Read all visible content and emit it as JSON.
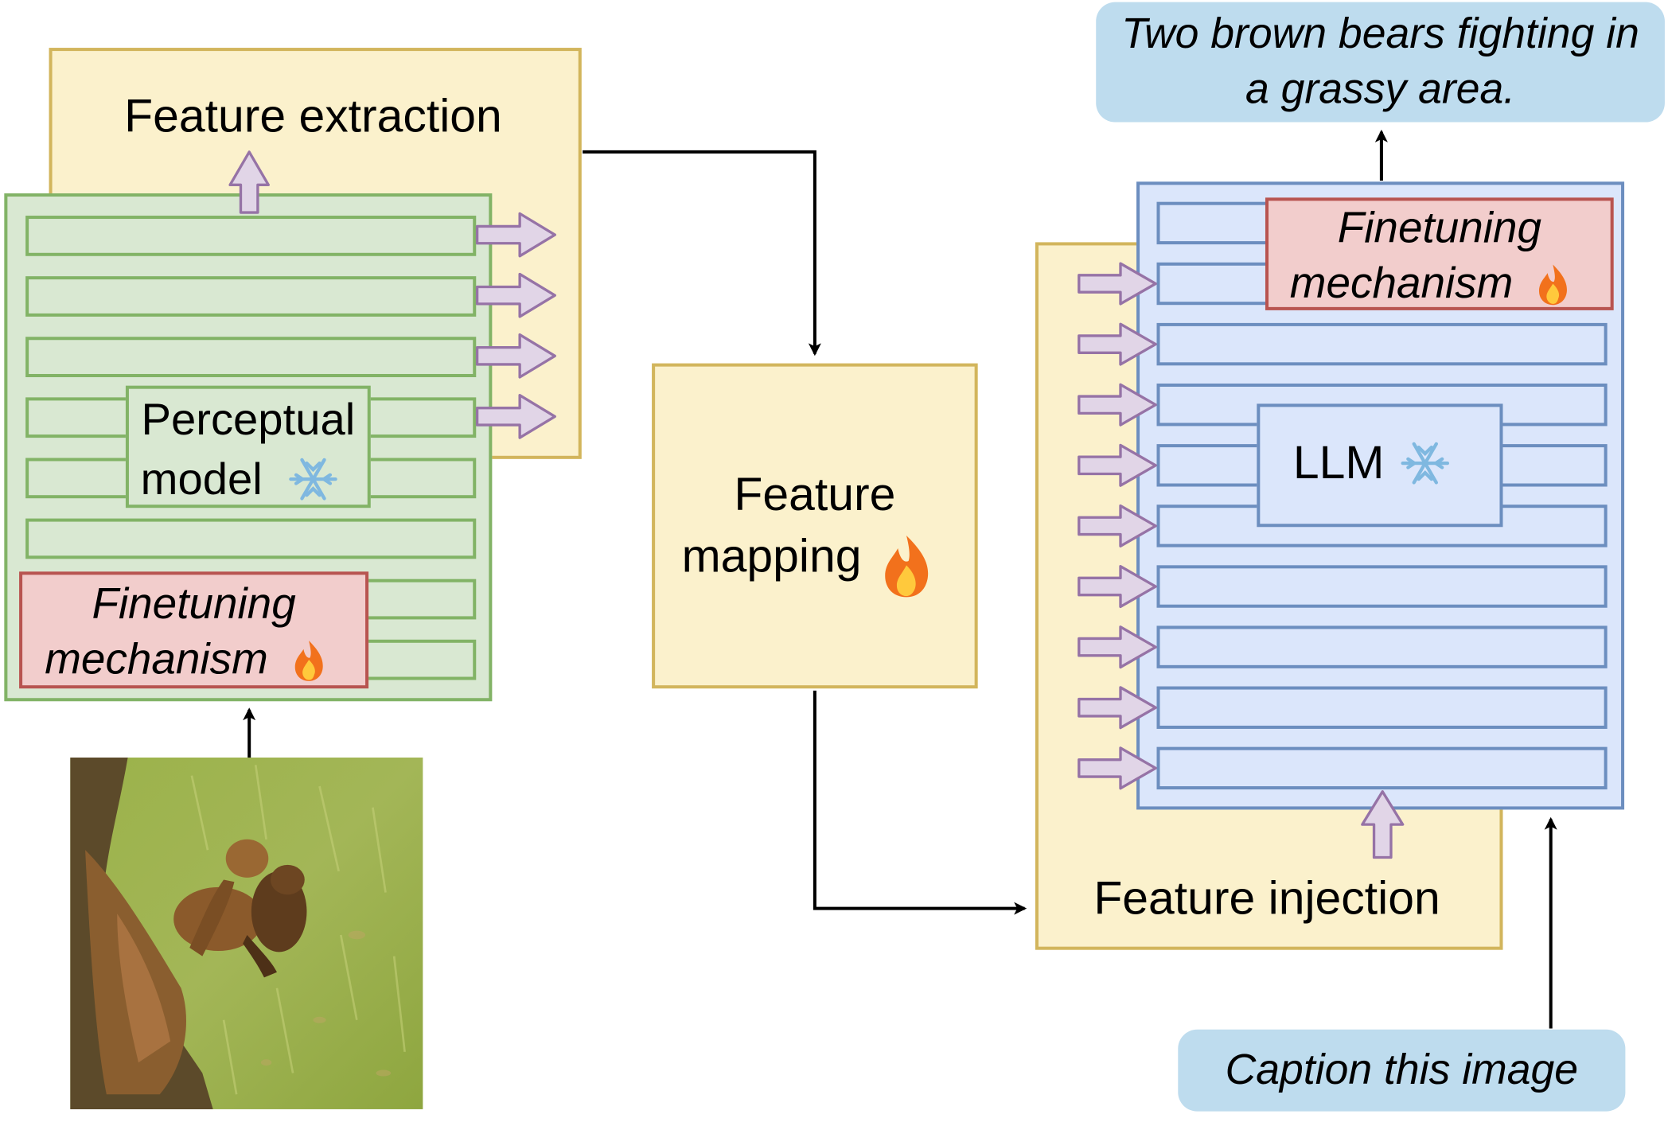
{
  "labels": {
    "feature_extraction": "Feature extraction",
    "perceptual_model_line1": "Perceptual",
    "perceptual_model_line2": "model",
    "finetuning_line1": "Finetuning",
    "finetuning_line2": "mechanism",
    "feature_mapping_line1": "Feature",
    "feature_mapping_line2": "mapping",
    "feature_injection": "Feature injection",
    "llm": "LLM",
    "output_caption_line1": "Two brown bears fighting in",
    "output_caption_line2": "a grassy area.",
    "input_prompt": "Caption this image"
  },
  "icons": {
    "frozen": "❄",
    "trainable": "🔥"
  },
  "colors": {
    "yellow_fill": "#fbf1cc",
    "yellow_border": "#d2b55c",
    "green_fill": "#d9e8d2",
    "green_border": "#82b366",
    "blue_fill": "#dbe6fb",
    "blue_border": "#6c8ebf",
    "red_fill": "#f2cdcc",
    "red_border": "#b85450",
    "bubble_fill": "#bedcee",
    "purple_arrow_fill": "#e1d5e7",
    "purple_arrow_border": "#9673a6",
    "snow_icon": "#7fb8e0",
    "flame_outer": "#f2711c",
    "flame_inner": "#ffc93c"
  }
}
